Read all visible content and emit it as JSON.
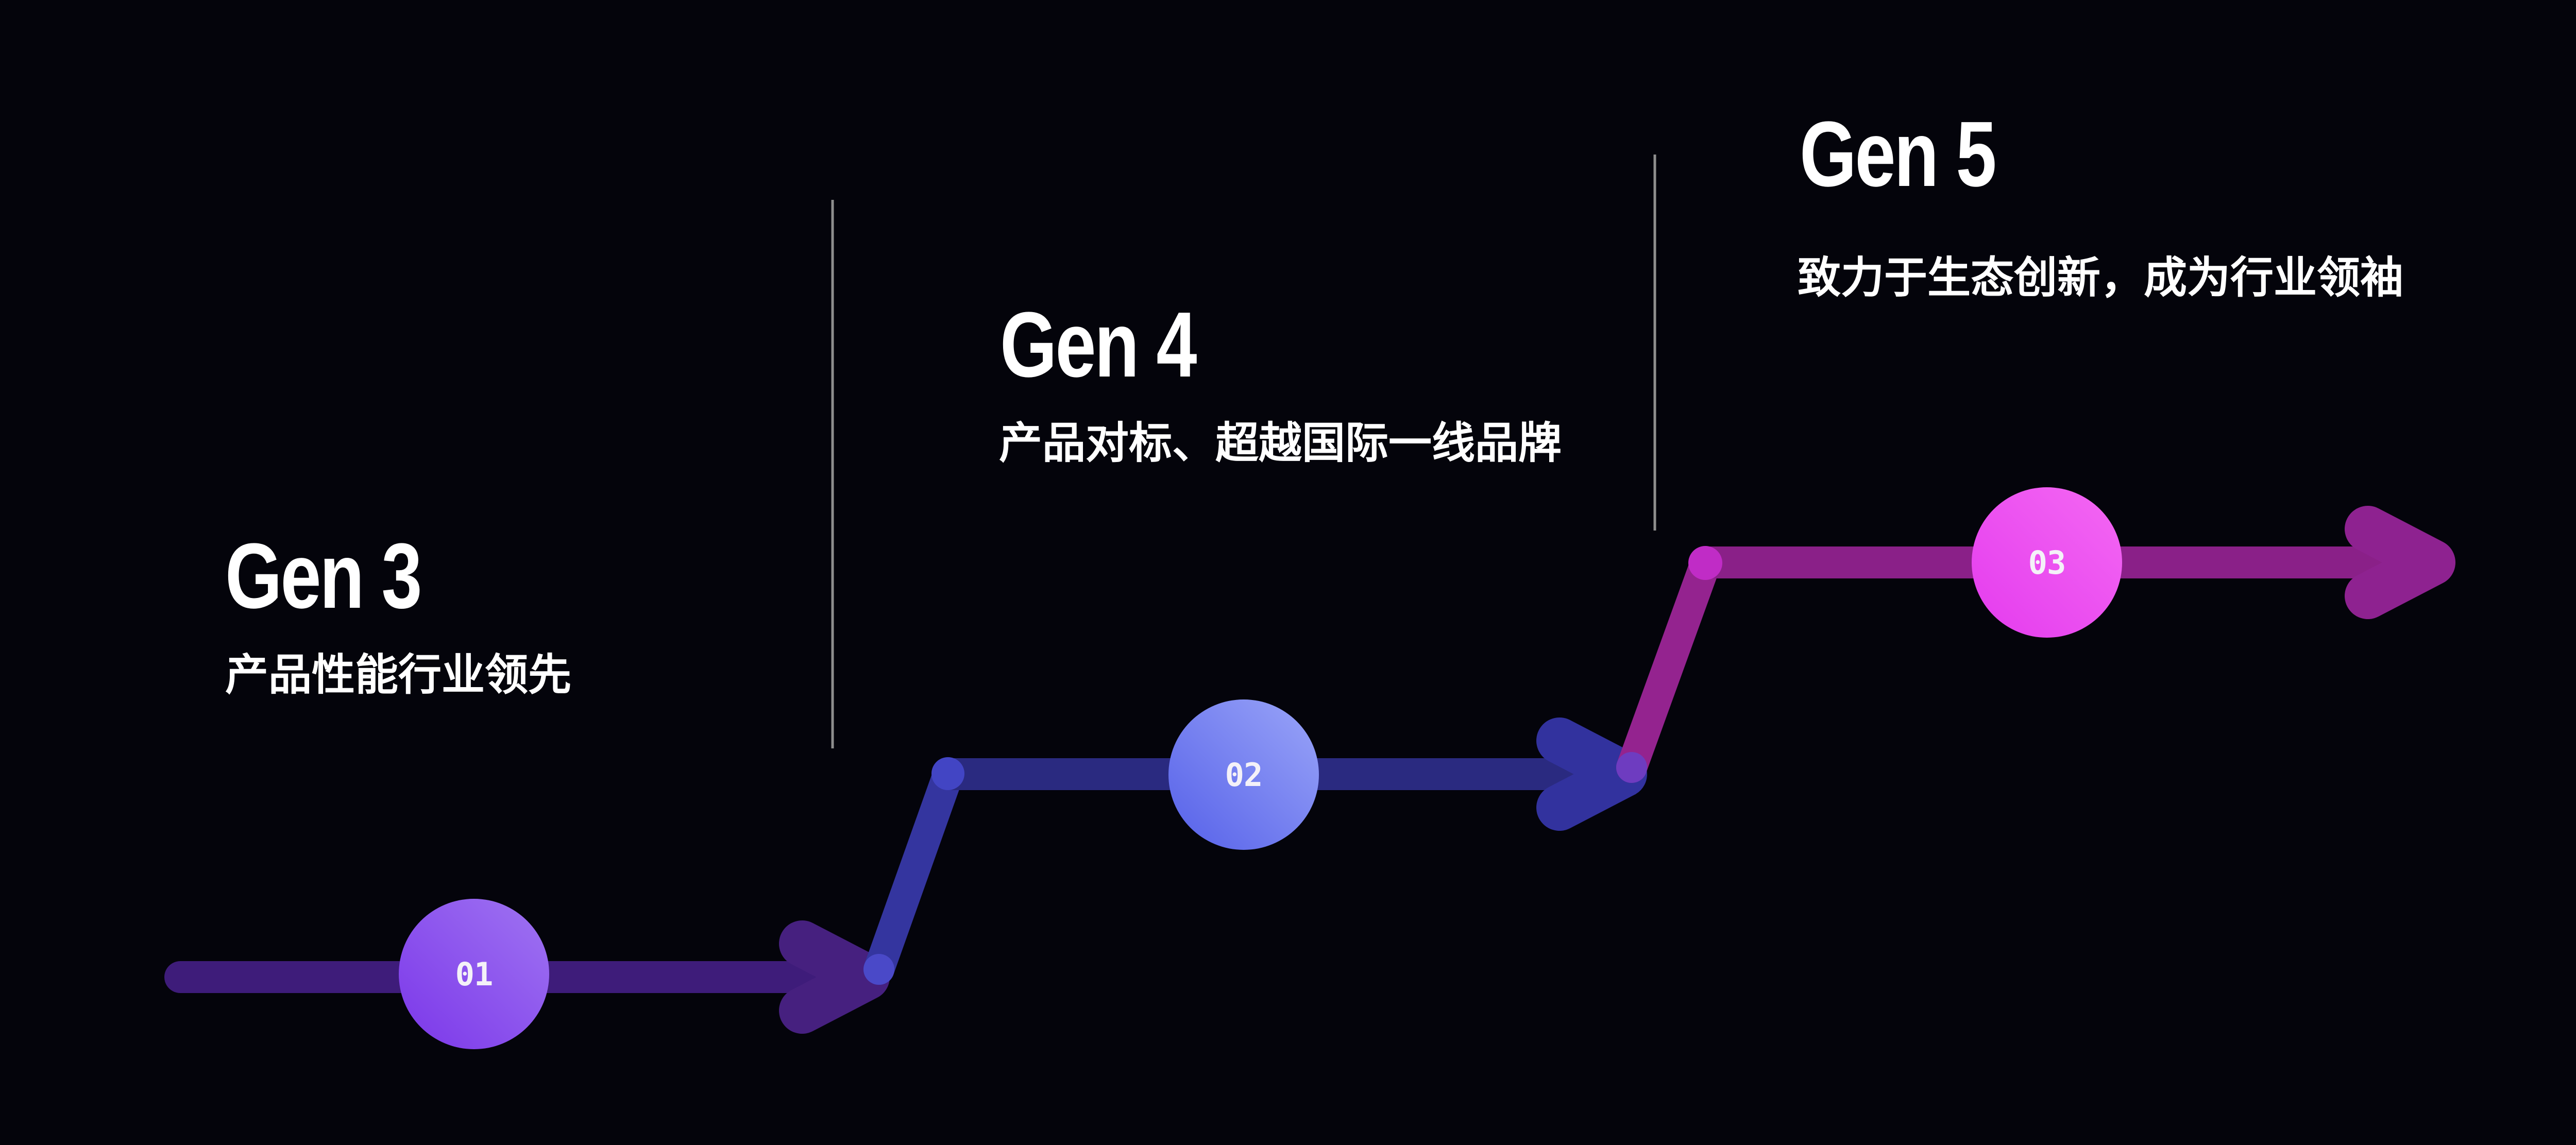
{
  "background_color": "#04040B",
  "divider_color": "#8E8E8E",
  "title_color": "#FFFFFF",
  "number_color": "#F4F1F8",
  "milestones": [
    {
      "number": "01",
      "title": "Gen 3",
      "subtitle": "产品性能行业领先",
      "bar_color": "#3E1C7A",
      "arrow_color": "#46207F",
      "circle_gradient": {
        "dark": "#7B36E9",
        "light": "#9F74F2"
      }
    },
    {
      "number": "02",
      "title": "Gen 4",
      "subtitle": "产品对标、超越国际一线品牌",
      "bar_color": "#2A2A80",
      "arrow_color": "#32329E",
      "circle_gradient": {
        "dark": "#5560E9",
        "light": "#9AA5F8"
      }
    },
    {
      "number": "03",
      "title": "Gen 5",
      "subtitle": "致力于生态创新，成为行业领袖",
      "bar_color": "#8A2088",
      "arrow_color": "#8E2290",
      "circle_gradient": {
        "dark": "#E43BEE",
        "light": "#F468F3"
      }
    }
  ],
  "connectors": [
    {
      "from": "01",
      "to": "02",
      "color": "#34359F",
      "joint_dot_color": "#4245C4",
      "overlap_dot_color": "#4A49C8"
    },
    {
      "from": "02",
      "to": "03",
      "color": "#94238F",
      "joint_dot_color": "#C02CC6",
      "overlap_dot_color": "#6E3CC0"
    }
  ]
}
